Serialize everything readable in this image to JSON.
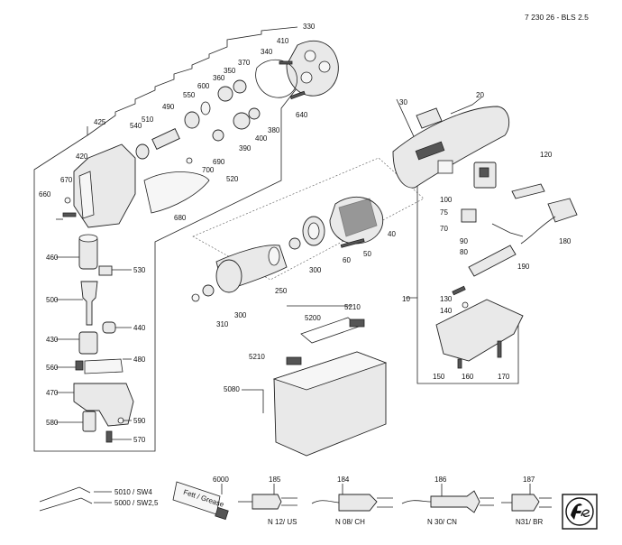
{
  "header": {
    "document_code": "7 230 26 - BLS 2.5"
  },
  "callouts": {
    "c330": "330",
    "c340": "340",
    "c410": "410",
    "c370": "370",
    "c360": "360",
    "c350": "350",
    "c600": "600",
    "c550": "550",
    "c490": "490",
    "c510": "510",
    "c540": "540",
    "c425": "425",
    "c420": "420",
    "c640": "640",
    "c380": "380",
    "c400": "400",
    "c390": "390",
    "c700": "700",
    "c690": "690",
    "c520": "520",
    "c670": "670",
    "c660": "660",
    "c680": "680",
    "c460": "460",
    "c530": "530",
    "c500": "500",
    "c440": "440",
    "c430": "430",
    "c560": "560",
    "c480": "480",
    "c470": "470",
    "c580": "580",
    "c590": "590",
    "c570": "570",
    "c30": "30",
    "c20": "20",
    "c120": "120",
    "c100": "100",
    "c75": "75",
    "c70": "70",
    "c90": "90",
    "c80": "80",
    "c180": "180",
    "c190": "190",
    "c130": "130",
    "c140": "140",
    "c10": "10",
    "c150": "150",
    "c160": "160",
    "c170": "170",
    "c40": "40",
    "c50": "50",
    "c60": "60",
    "c300a": "300",
    "c250": "250",
    "c300b": "300",
    "c310": "310",
    "c5200": "5200",
    "c5210a": "5210",
    "c5210b": "5210",
    "c5080": "5080",
    "c6000": "6000",
    "c185": "185",
    "c184": "184",
    "c186": "186",
    "c187": "187"
  },
  "accessories": {
    "wrench_sw4": "5010 / SW4",
    "wrench_sw25": "5000 / SW2,5",
    "grease_tube_text": "Fett / Grease",
    "plug_us": "N 12/ US",
    "plug_ch": "N 08/ CH",
    "plug_cn": "N 30/ CN",
    "plug_br": "N31/ BR"
  },
  "logo": {
    "brand": "fein"
  }
}
